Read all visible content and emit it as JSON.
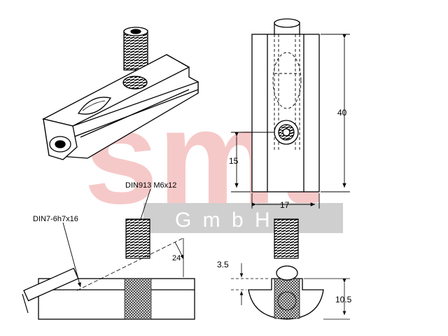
{
  "watermark": {
    "brand": "smt",
    "sub": "G m b H",
    "brand_color": "#f6c9c9",
    "band_color": "#cfcfcf"
  },
  "labels": {
    "screw_din": "DIN913 M6x12",
    "pin_din": "DIN7-6h7x16",
    "angle": "24°"
  },
  "dimensions": {
    "height": "40",
    "hole_height": "15",
    "width": "17",
    "slot_depth": "3.5",
    "total_height": "10.5"
  }
}
